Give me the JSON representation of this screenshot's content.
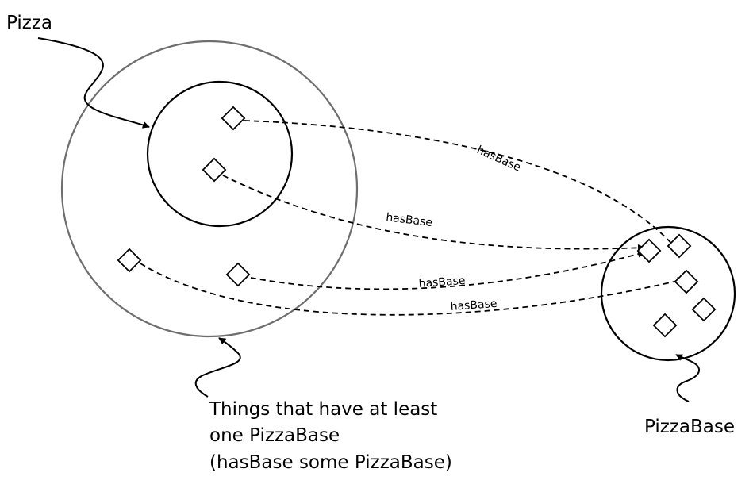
{
  "labels": {
    "pizza": "Pizza",
    "pizza_base": "PizzaBase",
    "restriction_line1": "Things that have at least",
    "restriction_line2": "one PizzaBase",
    "restriction_line3": "(hasBase some PizzaBase)"
  },
  "edges": [
    {
      "label": "hasBase"
    },
    {
      "label": "hasBase"
    },
    {
      "label": "hasBase"
    },
    {
      "label": "hasBase"
    }
  ],
  "colors": {
    "outer_circle": "#6e6e6e",
    "lines": "#000000",
    "background": "#ffffff"
  }
}
